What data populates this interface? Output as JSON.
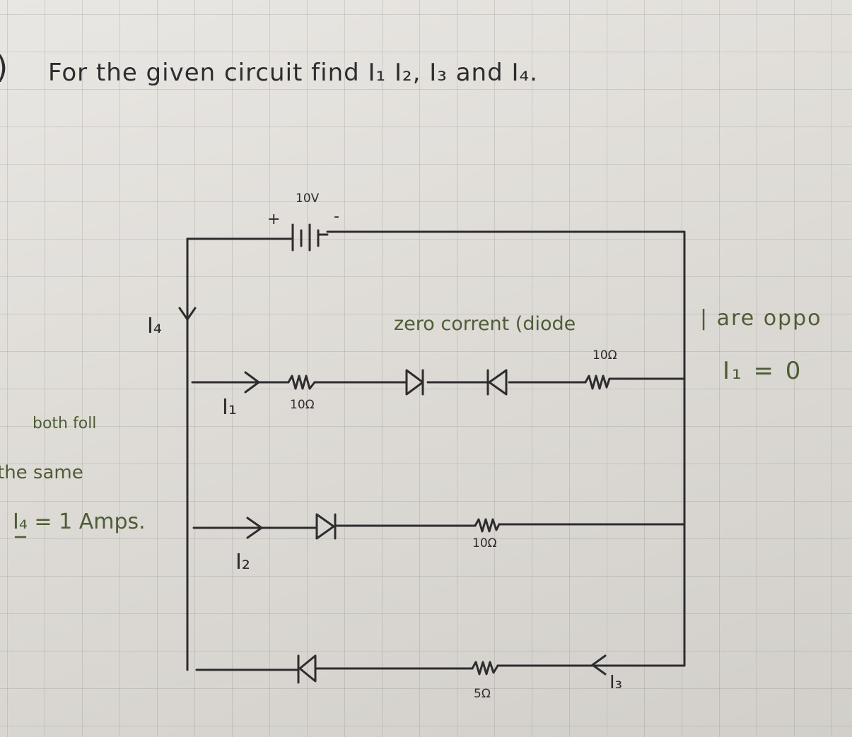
{
  "question": {
    "marker": ")",
    "title": "For the given circuit find I₁ I₂, I₃ and I₄."
  },
  "circuit": {
    "source_voltage": "10V",
    "source_plus": "+",
    "source_minus": "-",
    "current_i4": "I₄",
    "current_i1": "I₁",
    "current_i2": "I₂",
    "current_i3": "I₃",
    "resistor_branch1_left": "10Ω",
    "resistor_branch1_right": "10Ω",
    "resistor_branch2": "10Ω",
    "resistor_branch3": "5Ω"
  },
  "notes": {
    "zero_current": "zero corrent (diode",
    "opposite": "| are oppo",
    "i1_result": "I₁ = 0",
    "both_follow": "both foll",
    "the_same": "the same",
    "i4_result": "I₄ = 1 Amps."
  },
  "colors": {
    "ink": "#2e2c2e",
    "annotation": "#4e5d36",
    "paper": "#dedbd6"
  }
}
